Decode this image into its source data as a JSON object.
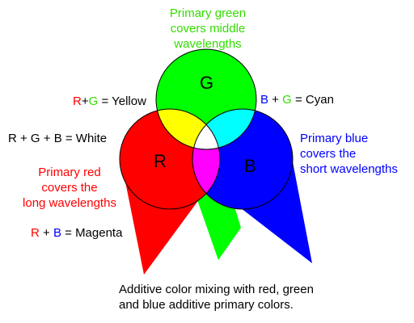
{
  "colors": {
    "red": "#ff0000",
    "green": "#00ff00",
    "blue": "#0000ff",
    "yellow": "#ffff00",
    "cyan": "#00ffff",
    "magenta": "#ff00ff",
    "white": "#ffffff",
    "outline": "#000000",
    "green_text": "#33dd00",
    "red_text": "#ff0000",
    "blue_text": "#0000ff"
  },
  "circles": {
    "green_letter": "G",
    "red_letter": "R",
    "blue_letter": "B"
  },
  "labels": {
    "primary_green": [
      "Primary green",
      "covers middle",
      "wavelengths"
    ],
    "primary_blue": [
      "Primary blue",
      "covers the",
      "short wavelengths"
    ],
    "primary_red": [
      "Primary red",
      "covers the",
      "long wavelengths"
    ],
    "yellow": {
      "r": "R",
      "plus": "+",
      "g": "G",
      "rest": " = Yellow"
    },
    "cyan": {
      "b": "B",
      "plus": " + ",
      "g": "G",
      "rest": " = Cyan"
    },
    "white": "R + G + B = White",
    "magenta": {
      "r": "R",
      "plus": " + ",
      "b": "B",
      "rest": " = Magenta"
    },
    "caption": [
      "Additive color mixing with red, green",
      "and blue additive primary colors."
    ]
  }
}
